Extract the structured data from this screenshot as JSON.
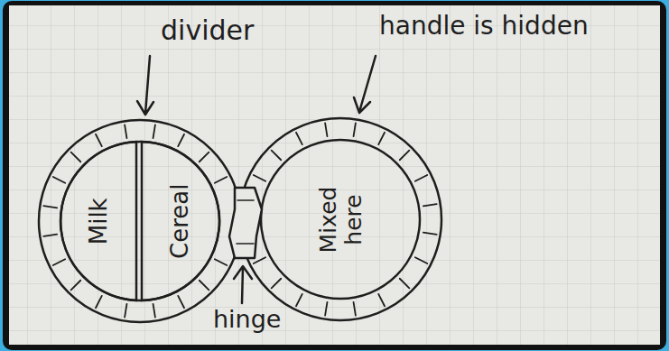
{
  "diagram": {
    "nodes": [
      {
        "text": [
          "Milk"
        ]
      },
      {
        "text": [
          "Cereal"
        ]
      },
      {
        "text": [
          "Mixed here"
        ]
      }
    ],
    "labels": [
      "divider",
      "handle is hidden",
      "hinge"
    ]
  }
}
